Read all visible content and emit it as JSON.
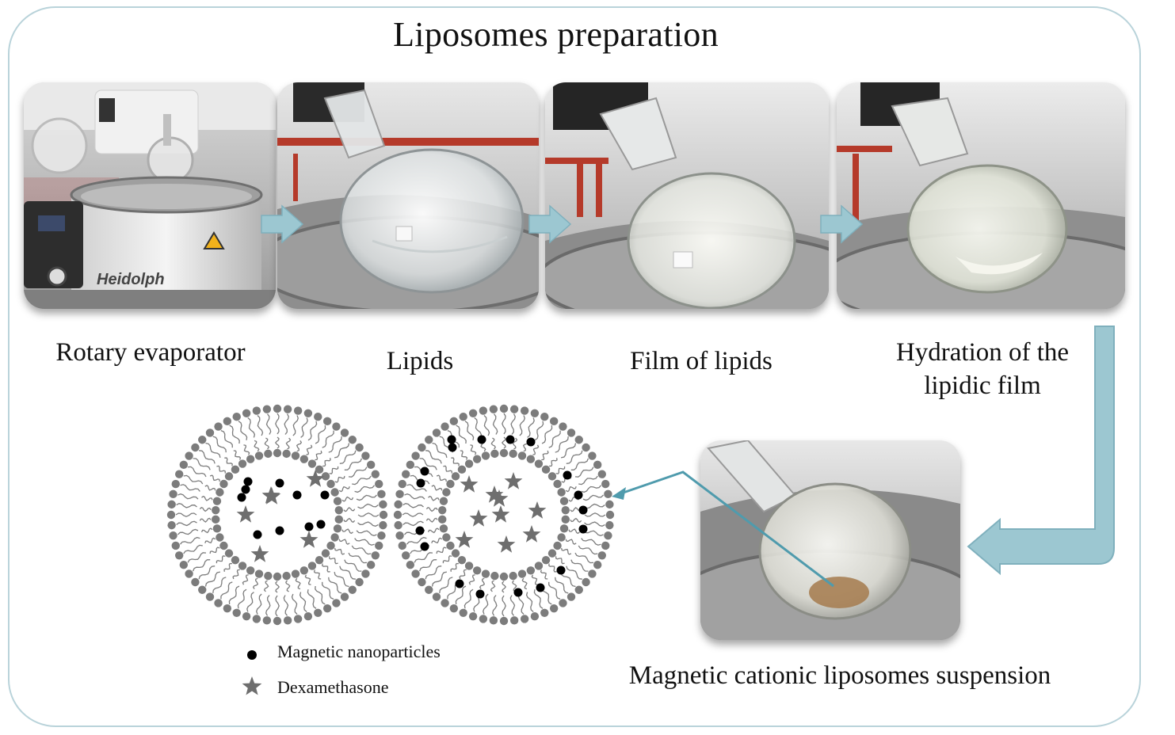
{
  "title": "Liposomes preparation",
  "steps": [
    {
      "caption": "Rotary evaporator",
      "photo_icon": "rotary-evaporator-photo",
      "brand_text": "Heidolph"
    },
    {
      "caption": "Lipids",
      "photo_icon": "flask-with-lipids-photo"
    },
    {
      "caption": "Film of lipids",
      "photo_icon": "flask-with-lipid-film-photo"
    },
    {
      "caption": "Hydration of the lipidic film",
      "caption_lines": [
        "Hydration of the",
        "lipidic film"
      ],
      "photo_icon": "flask-hydration-photo"
    }
  ],
  "result": {
    "caption": "Magnetic cationic liposomes suspension",
    "photo_icon": "liposome-suspension-flask-photo"
  },
  "legend": {
    "nanoparticles": "Magnetic nanoparticles",
    "dexamethasone": "Dexamethasone"
  },
  "colors": {
    "frame": "#b9d3da",
    "arrow_fill": "#9cc7d1",
    "arrow_stroke": "#7fb0bd",
    "pointer": "#4f9bad",
    "lipid": "#7c7c7c",
    "nanoparticle": "#000000",
    "drug": "#6e6e6e"
  }
}
